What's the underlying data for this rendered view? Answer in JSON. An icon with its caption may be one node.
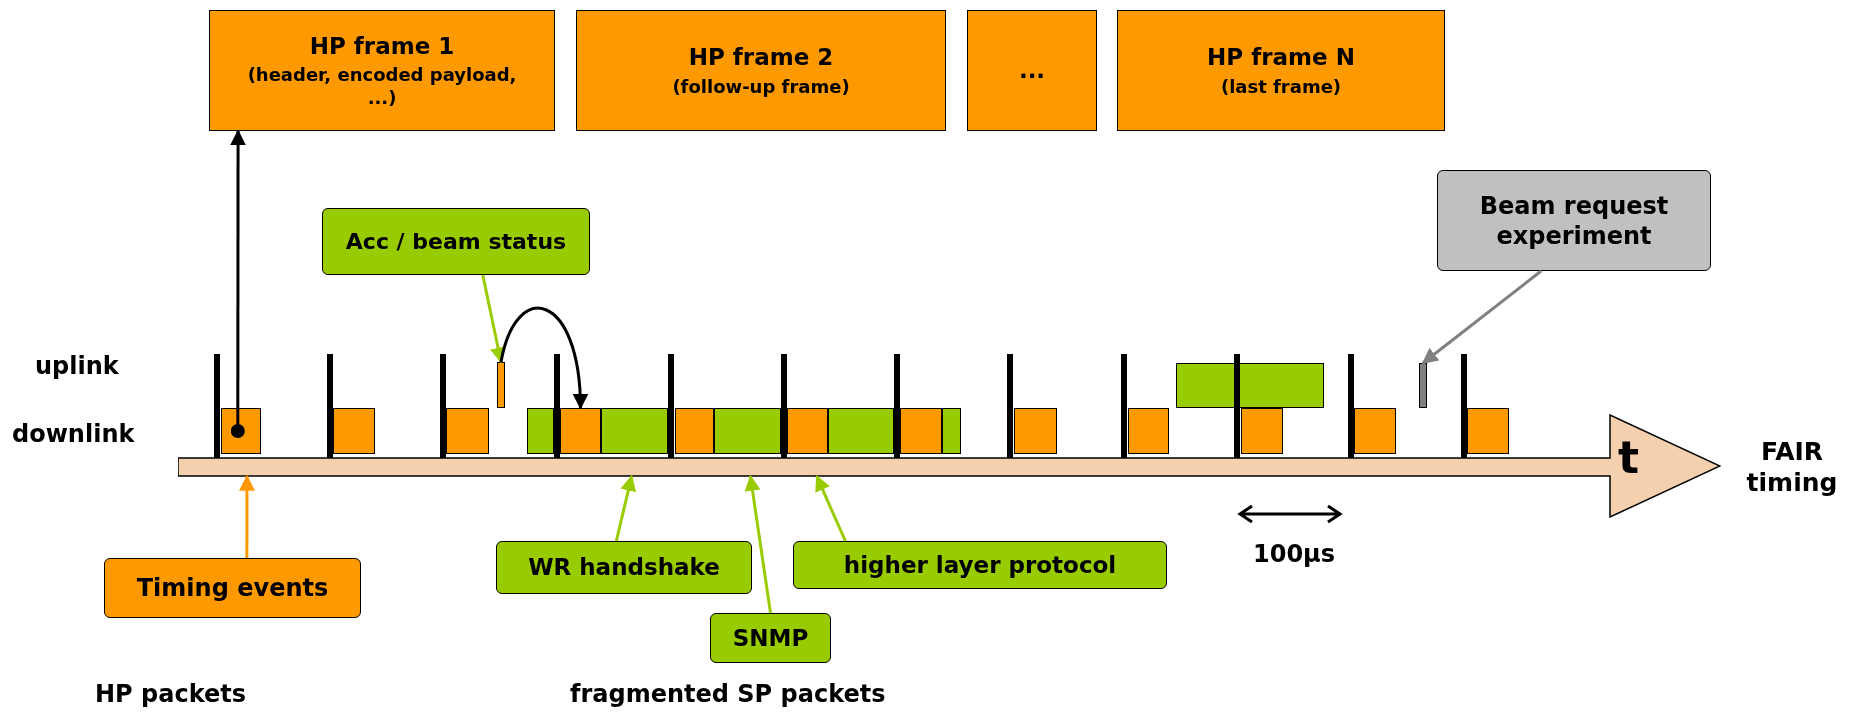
{
  "diagram": {
    "nodes": [
      {
        "text": [
          "HP frame 1",
          "(header, encoded payload, ...)"
        ]
      },
      {
        "text": [
          "HP frame 2",
          "(follow-up frame)"
        ]
      },
      {
        "text": [
          "..."
        ]
      },
      {
        "text": [
          "HP frame N",
          "(last frame)"
        ]
      },
      {
        "text": [
          "Acc / beam status"
        ]
      },
      {
        "text": [
          "Beam request experiment"
        ]
      },
      {
        "text": [
          "t"
        ],
        "beside": [
          "FAIR timing"
        ]
      },
      {
        "text": [
          "Timing events"
        ]
      },
      {
        "text": [
          "WR handshake"
        ]
      },
      {
        "text": [
          "higher layer protocol"
        ]
      },
      {
        "text": [
          "SNMP"
        ]
      },
      {
        "text": [],
        "shape": "box"
      },
      {
        "text": [],
        "shape": "box"
      },
      {
        "text": [],
        "shape": "box"
      },
      {
        "text": [],
        "shape": "box"
      },
      {
        "text": [],
        "shape": "box"
      },
      {
        "text": [],
        "shape": "box"
      },
      {
        "text": [],
        "shape": "box"
      },
      {
        "text": [],
        "shape": "box"
      },
      {
        "text": [],
        "shape": "box"
      },
      {
        "text": [],
        "shape": "box"
      },
      {
        "text": [],
        "shape": "box"
      },
      {
        "text": [],
        "shape": "box"
      },
      {
        "text": [],
        "shape": "box"
      },
      {
        "text": [],
        "shape": "box"
      },
      {
        "text": [],
        "shape": "box"
      },
      {
        "text": [],
        "shape": "box"
      },
      {
        "text": [],
        "shape": "box"
      },
      {
        "text": [],
        "shape": "box"
      },
      {
        "text": [],
        "shape": "box"
      },
      {
        "text": [],
        "shape": "box"
      }
    ],
    "edges": [
      {
        "from": 11,
        "to": 0,
        "arrow": "to",
        "color": "#000000"
      },
      {
        "from": 4,
        "to": 14,
        "arrow": "to"
      },
      {
        "from": 14,
        "to": 16,
        "arrow": "to",
        "color": "#000000"
      },
      {
        "from": 5,
        "to": 29,
        "arrow": "to",
        "color": "#808080"
      },
      {
        "from": 7,
        "to": 6,
        "arrow": "to",
        "color": "#ff9900"
      },
      {
        "from": 8,
        "to": 6,
        "arrow": "to"
      },
      {
        "from": 9,
        "to": 6,
        "arrow": "to"
      },
      {
        "from": 10,
        "to": 6,
        "arrow": "to"
      }
    ],
    "labels": [
      "uplink",
      "downlink",
      "100μs",
      "HP packets",
      "fragmented SP packets"
    ]
  }
}
